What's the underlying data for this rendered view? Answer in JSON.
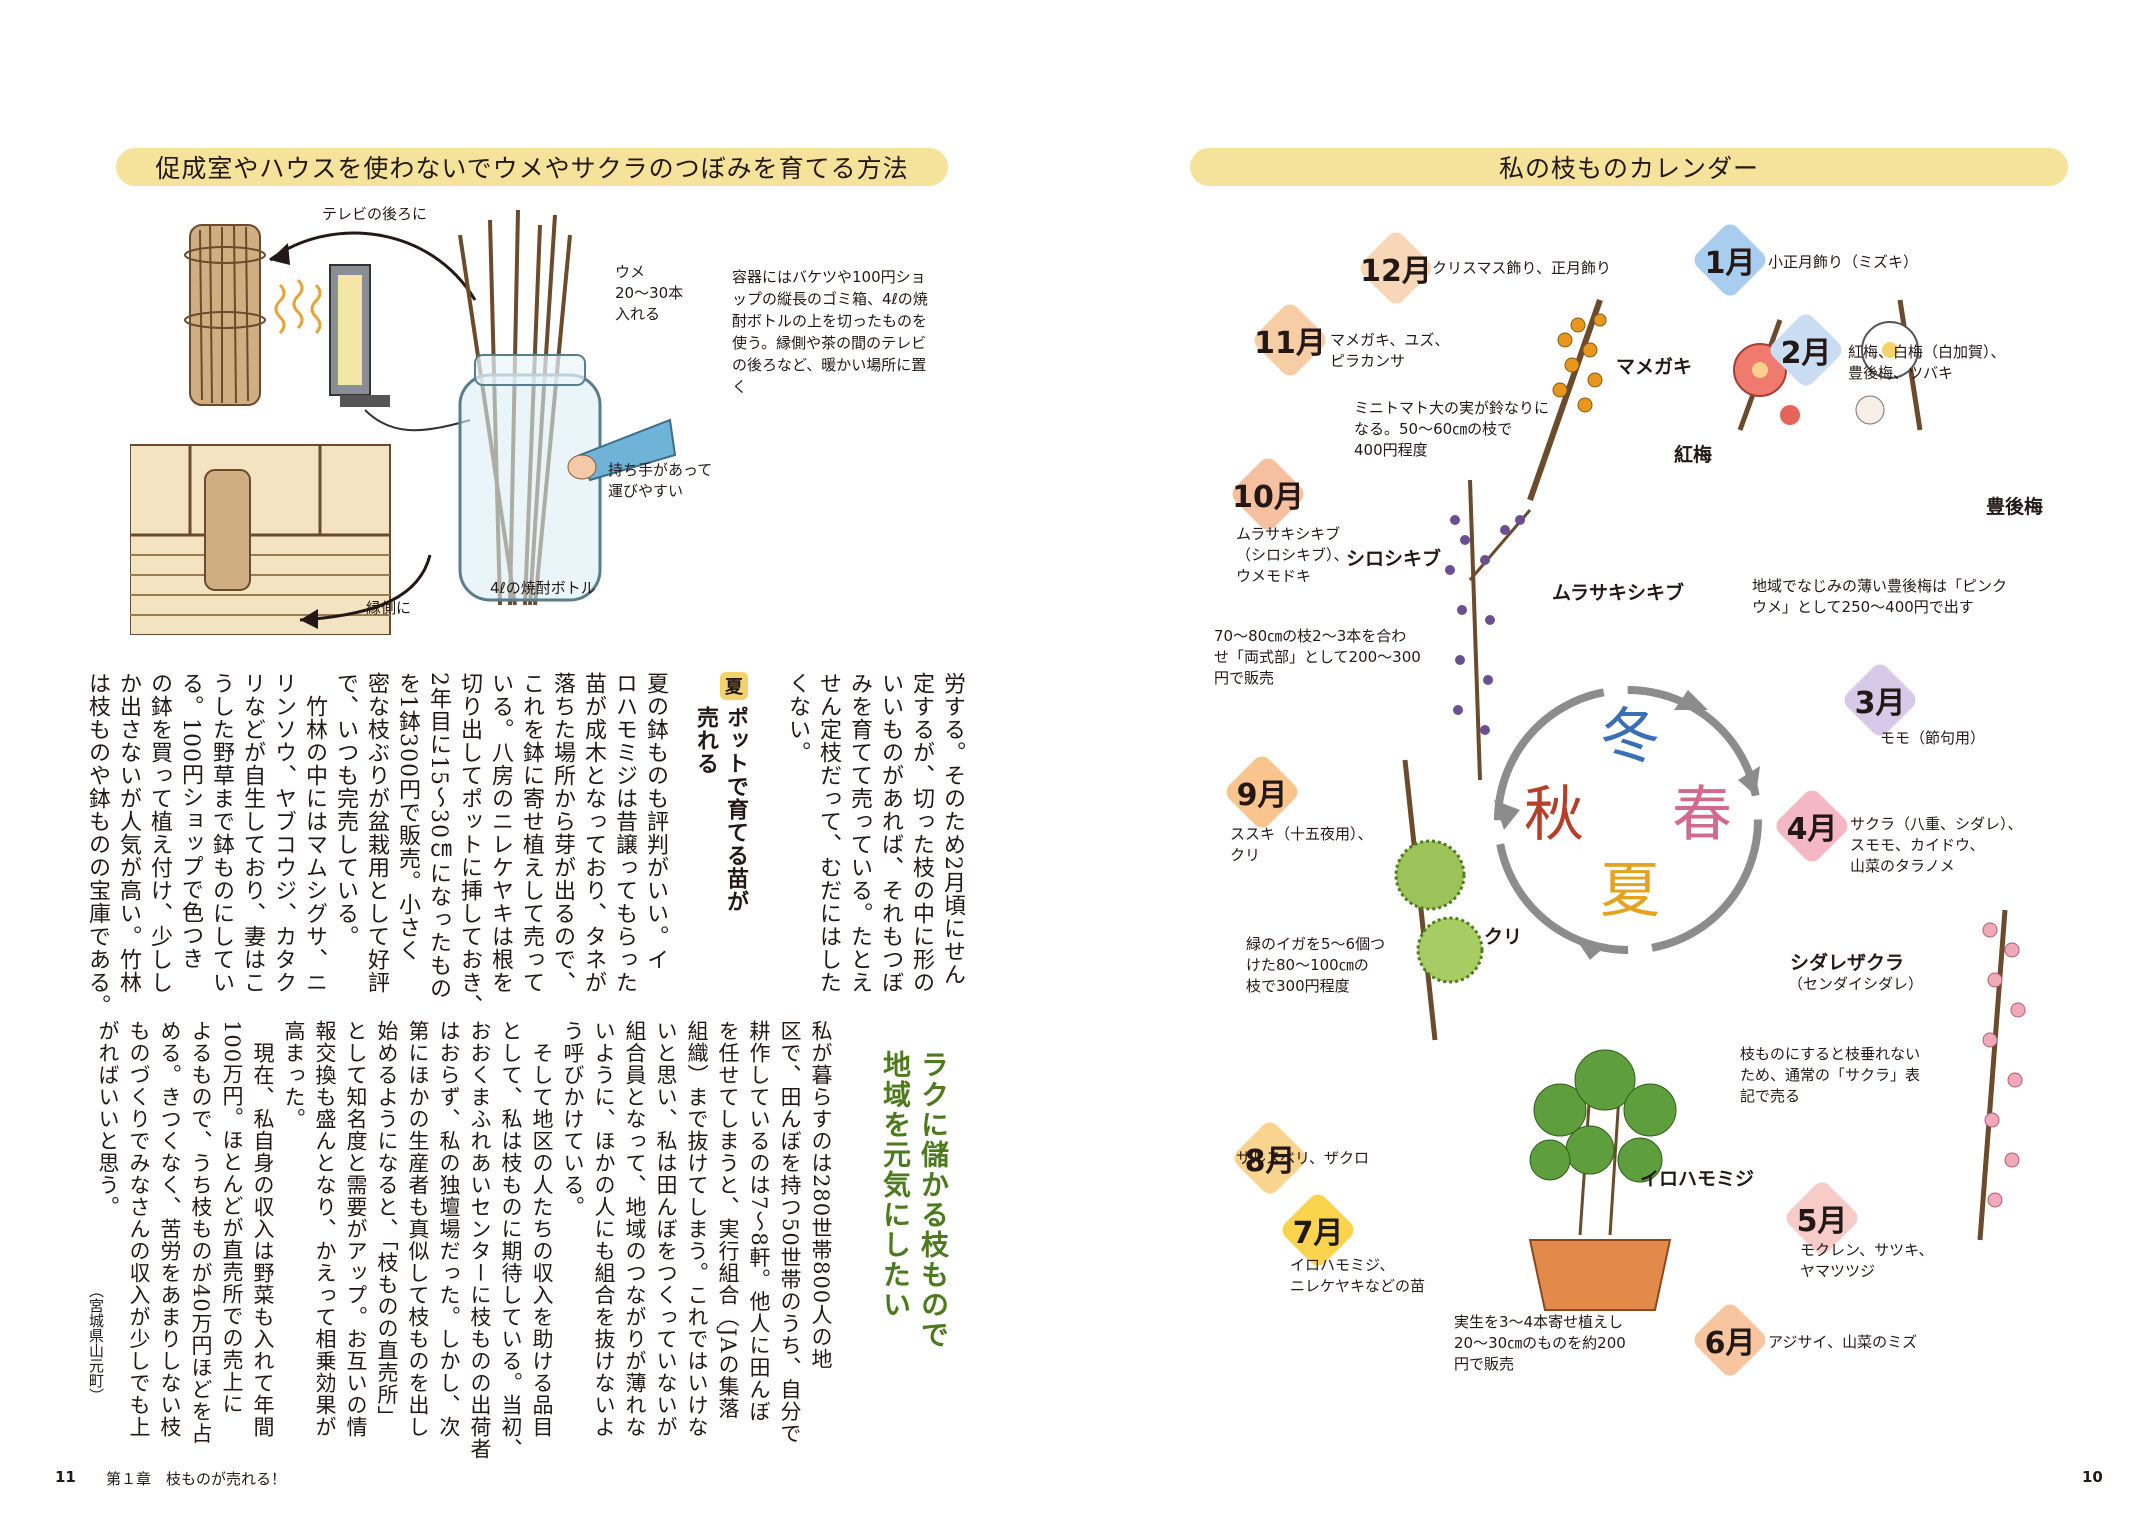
{
  "left_page": {
    "banner": "促成室やハウスを使わないでウメやサクラのつぼみを育てる方法",
    "illustration_labels": {
      "tv_behind": "テレビの後ろに",
      "ume": "ウメ\n20〜30本\n入れる",
      "handle": "持ち手があって\n運びやすい",
      "bottle": "4ℓの焼酎ボトル",
      "engawa": "縁側に"
    },
    "illustration_note": "容器にはバケツや100円ショップの縦長のゴミ箱、4ℓの焼酎ボトルの上を切ったものを使う。縁側や茶の間のテレビの後ろなど、暖かい場所に置く",
    "upper_text": "労する。そのため2月頃にせん\n定するが、切った枝の中に形の\nいいものがあれば、それもつぼ\nみを育てて売っている。たとえ\nせん定枝だって、むだにはした\nくない。",
    "summer_badge": "夏",
    "summer_heading": "ポットで育てる苗が\n売れる",
    "summer_text": "夏の鉢ものも評判がいい。イ\nロハモミジは昔譲ってもらった\n苗が成木となっており、タネが\n落ちた場所から芽が出るので、\nこれを鉢に寄せ植えして売って\nいる。八房のニレケヤキは根を\n切り出してポットに挿しておき、\n2年目に15〜30㎝になったもの\nを1鉢300円で販売。小さく\n密な枝ぶりが盆栽用として好評\nで、いつも完売している。\n　竹林の中にはマムシグサ、ニ\nリンソウ、ヤブコウジ、カタク\nリなどが自生しており、妻はこ\nうした野草まで鉢ものにしてい\nる。100円ショップで色つき\nの鉢を買って植え付け、少しし\nか出さないが人気が高い。竹林\nは枝ものや鉢ものの宝庫である。",
    "lower_heading": "ラクに儲かる枝もので\n地域を元気にしたい",
    "lower_text": "私が暮らすのは280世帯800人の地\n区で、田んぼを持つ50世帯のうち、自分で\n耕作しているのは7〜8軒。他人に田んぼ\nを任せてしまうと、実行組合（JAの集落\n組織）まで抜けてしまう。これではいけな\nいと思い、私は田んぼをつくっていないが\n組合員となって、地域のつながりが薄れな\nいように、ほかの人にも組合を抜けないよ\nう呼びかけている。\n　そして地区の人たちの収入を助ける品目\nとして、私は枝ものに期待している。当初、\nおおくまふれあいセンターに枝ものの出荷者\nはおらず、私の独壇場だった。しかし、次\n第にほかの生産者も真似して枝ものを出し\n始めるようになると、「枝ものの直売所」\nとして知名度と需要がアップ。お互いの情\n報交換も盛んとなり、かえって相乗効果が\n高まった。\n　現在、私自身の収入は野菜も入れて年間\n100万円。ほとんどが直売所での売上に\nよるもので、うち枝ものが40万円ほどを占\nめる。きつくなく、苦労をあまりしない枝\nものづくりでみなさんの収入が少しでも上\nがればいいと思う。",
    "location": "（宮城県山元町）"
  },
  "right_page": {
    "banner": "私の枝ものカレンダー",
    "months": [
      {
        "label": "12月",
        "text": "クリスマス飾り、正月飾り",
        "color": "#f7d7b8"
      },
      {
        "label": "1月",
        "text": "小正月飾り（ミズキ）",
        "color": "#a9cdee"
      },
      {
        "label": "11月",
        "text": "マメガキ、ユズ、\nピラカンサ",
        "color": "#f6cda4"
      },
      {
        "label": "2月",
        "text": "紅梅、白梅（白加賀）、\n豊後梅、ツバキ",
        "color": "#c9dcf2"
      },
      {
        "label": "10月",
        "text": "ムラサキシキブ\n（シロシキブ）、\nウメモドキ",
        "color": "#f6bfa0"
      },
      {
        "label": "3月",
        "text": "モモ（節句用）",
        "color": "#d7c9e7"
      },
      {
        "label": "9月",
        "text": "ススキ（十五夜用）、\nクリ",
        "color": "#f9c48e"
      },
      {
        "label": "4月",
        "text": "サクラ（八重、シダレ）、\nスモモ、カイドウ、\n山菜のタラノメ",
        "color": "#f4b8c4"
      },
      {
        "label": "8月",
        "text": "サルスベリ、ザクロ",
        "color": "#f9d48f"
      },
      {
        "label": "7月",
        "text": "イロハモミジ、\nニレケヤキなどの苗",
        "color": "#fbd44e"
      },
      {
        "label": "5月",
        "text": "モクレン、サツキ、\nヤマツツジ",
        "color": "#f6cbc8"
      },
      {
        "label": "6月",
        "text": "アジサイ、山菜のミズ",
        "color": "#f7c5a0"
      }
    ],
    "seasons": {
      "winter": "冬",
      "spring": "春",
      "summer": "夏",
      "autumn": "秋"
    },
    "plants": {
      "mamegaki": "マメガキ",
      "koubai": "紅梅",
      "bungoume": "豊後梅",
      "shiroshikibu": "シロシキブ",
      "murasakishikibu": "ムラサキシキブ",
      "kuri": "クリ",
      "shidarezakura": "シダレザクラ",
      "shidarezakura_sub": "（センダイシダレ）",
      "irohamomiji": "イロハモミジ"
    },
    "notes": {
      "mamegaki": "ミニトマト大の実が鈴なりに\nなる。50〜60㎝の枝で\n400円程度",
      "bungoume": "地域でなじみの薄い豊後梅は「ピンク\nウメ」として250〜400円で出す",
      "murasaki": "70〜80㎝の枝2〜3本を合わ\nせ「両式部」として200〜300\n円で販売",
      "kuri": "緑のイガを5〜6個つ\nけた80〜100㎝の\n枝で300円程度",
      "sakura": "枝ものにすると枝垂れない\nため、通常の「サクラ」表\n記で売る",
      "momiji": "実生を3〜4本寄せ植えし\n20〜30㎝のものを約200\n円で販売"
    }
  },
  "footer": {
    "left_page_number": "11",
    "chapter": "第１章　枝ものが売れる！",
    "right_page_number": "10"
  }
}
